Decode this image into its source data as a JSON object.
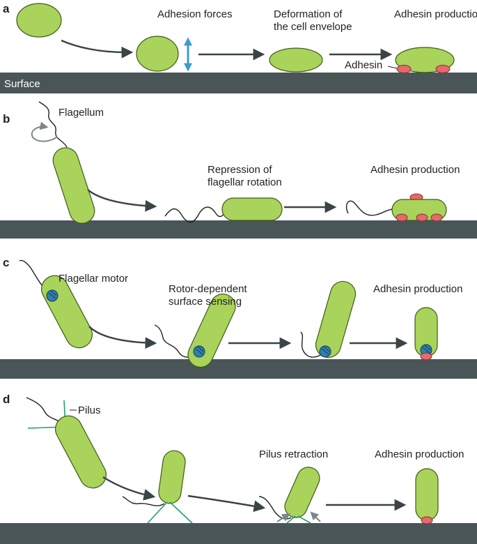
{
  "colors": {
    "cell_fill": "#a9d35a",
    "cell_stroke": "#3d5a1a",
    "surface": "#4a5558",
    "adhesin": "#e46a6c",
    "motor": "#2f7fae",
    "pilus": "#1f9e6e",
    "arrow": "#3a4346",
    "force_arrow": "#3d9ad1"
  },
  "panels": {
    "a": {
      "letter": "a",
      "labels": {
        "adhesion_forces": "Adhesion forces",
        "deformation_line1": "Deformation of",
        "deformation_line2": "the cell envelope",
        "adhesin_production": "Adhesin production",
        "adhesin": "Adhesin",
        "surface": "Surface"
      }
    },
    "b": {
      "letter": "b",
      "labels": {
        "flagellum": "Flagellum",
        "repression_line1": "Repression of",
        "repression_line2": "flagellar rotation",
        "adhesin_production": "Adhesin production"
      }
    },
    "c": {
      "letter": "c",
      "labels": {
        "flagellar_motor": "Flagellar motor",
        "rotor_line1": "Rotor-dependent",
        "rotor_line2": "surface sensing",
        "adhesin_production": "Adhesin production"
      }
    },
    "d": {
      "letter": "d",
      "labels": {
        "pilus": "Pilus",
        "pilus_retraction": "Pilus retraction",
        "adhesin_production": "Adhesin production"
      }
    }
  }
}
